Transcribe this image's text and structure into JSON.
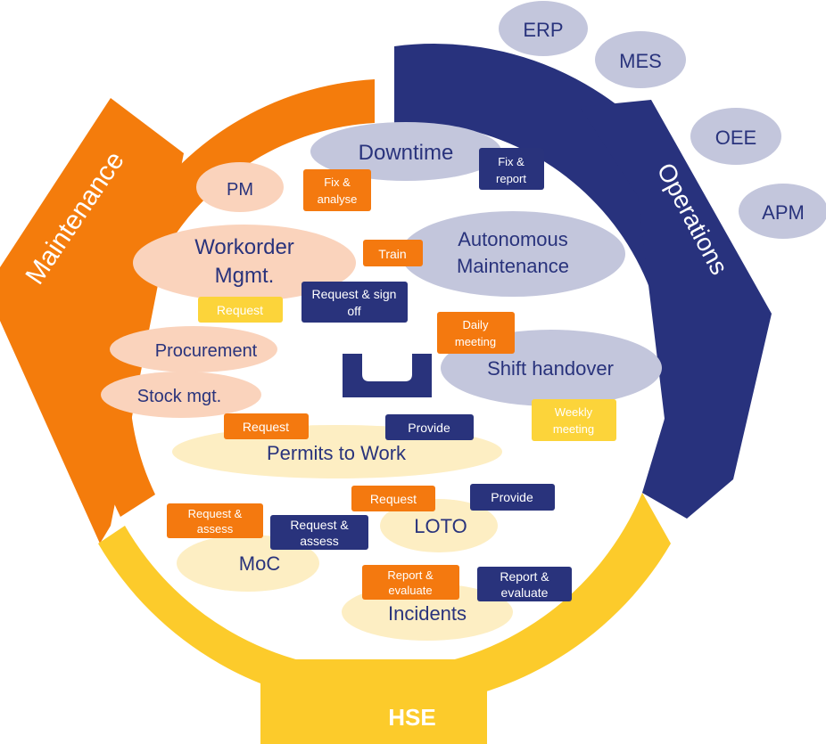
{
  "colors": {
    "maintenance": "#f47c0c",
    "operations": "#28327d",
    "hse": "#fccb2b",
    "peach": "#fad3bc",
    "lavender": "#c3c6dc",
    "cream": "#fdeec3",
    "tag_orange": "#f4790f",
    "tag_navy": "#29337c",
    "tag_yellow": "#fcd43a",
    "text_dark": "#29337c"
  },
  "segments": {
    "maintenance": "Maintenance",
    "operations": "Operations",
    "hse": "HSE"
  },
  "external_systems": [
    "ERP",
    "MES",
    "OEE",
    "APM"
  ],
  "logo": "U",
  "maintenance_items": {
    "pm": "PM",
    "workorder": [
      "Workorder",
      "Mgmt."
    ],
    "procurement": "Procurement",
    "stock": "Stock mgt."
  },
  "operations_items": {
    "downtime": "Downtime",
    "autonomous": [
      "Autonomous",
      "Maintenance"
    ],
    "shift": "Shift handover"
  },
  "hse_items": {
    "permits": "Permits to Work",
    "loto": "LOTO",
    "moc": "MoC",
    "incidents": "Incidents"
  },
  "tags": {
    "fix_analyse": [
      "Fix &",
      "analyse"
    ],
    "fix_report": [
      "Fix &",
      "report"
    ],
    "train": "Train",
    "request_yellow": "Request",
    "request_signoff": [
      "Request & sign",
      "off"
    ],
    "daily_meeting": [
      "Daily",
      "meeting"
    ],
    "weekly_meeting": [
      "Weekly",
      "meeting"
    ],
    "permits_request": "Request",
    "permits_provide": "Provide",
    "loto_request": "Request",
    "loto_provide": "Provide",
    "moc_request_assess_orange": [
      "Request &",
      "assess"
    ],
    "moc_request_assess_navy": [
      "Request &",
      "assess"
    ],
    "incident_report_orange": [
      "Report &",
      "evaluate"
    ],
    "incident_report_navy": [
      "Report &",
      "evaluate"
    ]
  }
}
